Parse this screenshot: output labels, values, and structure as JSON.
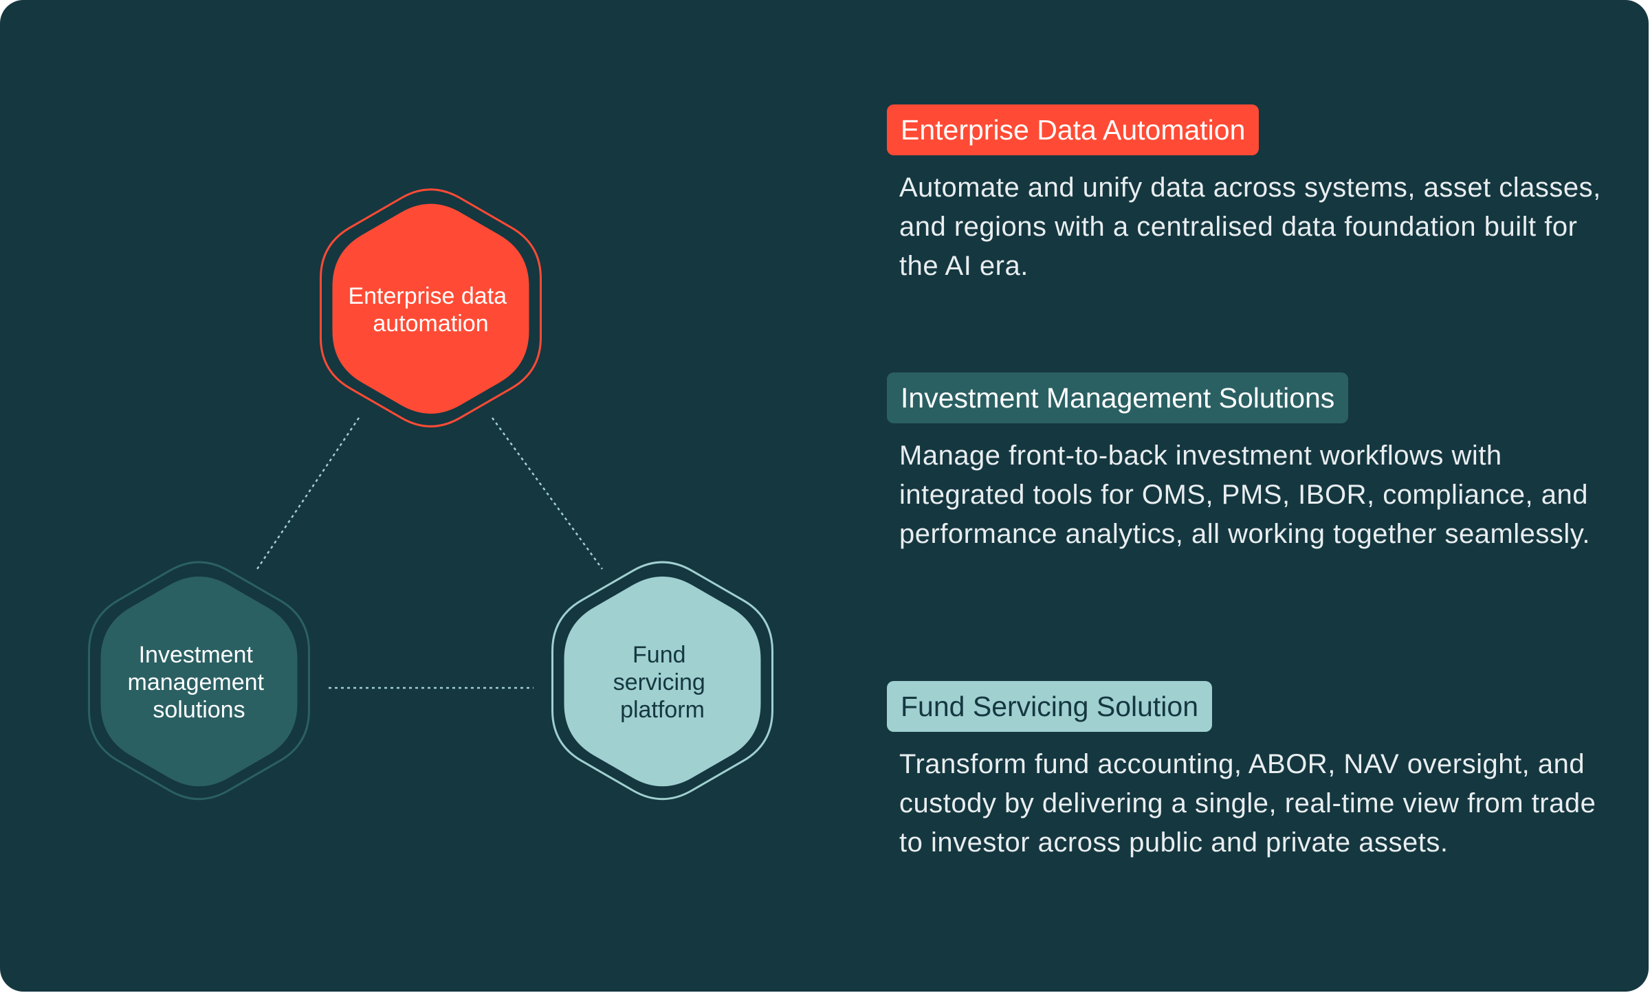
{
  "diagram": {
    "nodes": [
      {
        "id": "eda",
        "label_lines": [
          "Enterprise data",
          "automation"
        ],
        "fill": "#ff4b35",
        "ring": "#ff4b35",
        "text_color": "#ffffff"
      },
      {
        "id": "ims",
        "label_lines": [
          "Investment",
          "management",
          "solutions"
        ],
        "fill": "#2b6063",
        "ring": "#2b6063",
        "text_color": "#ffffff"
      },
      {
        "id": "fsp",
        "label_lines": [
          "Fund",
          "servicing",
          "platform"
        ],
        "fill": "#a0d0d0",
        "ring": "#a0d0d0",
        "text_color": "#153740"
      }
    ],
    "connector_color": "#a0d0d0"
  },
  "sections": [
    {
      "title": "Enterprise Data Automation",
      "title_bg": "#ff4b35",
      "title_color": "#ffffff",
      "description": "Automate and unify data across systems, asset classes, and regions with a centralised data foundation built for the AI era."
    },
    {
      "title": "Investment Management Solutions",
      "title_bg": "#2b6063",
      "title_color": "#ffffff",
      "description": "Manage front-to-back investment workflows with integrated tools for OMS, PMS, IBOR, compliance, and performance analytics, all working together seamlessly."
    },
    {
      "title": "Fund Servicing Solution",
      "title_bg": "#a0d0d0",
      "title_color": "#153740",
      "description": "Transform fund accounting, ABOR, NAV oversight, and custody by delivering a single, real-time view from trade to investor across public and private assets."
    }
  ],
  "colors": {
    "background": "#153740"
  }
}
